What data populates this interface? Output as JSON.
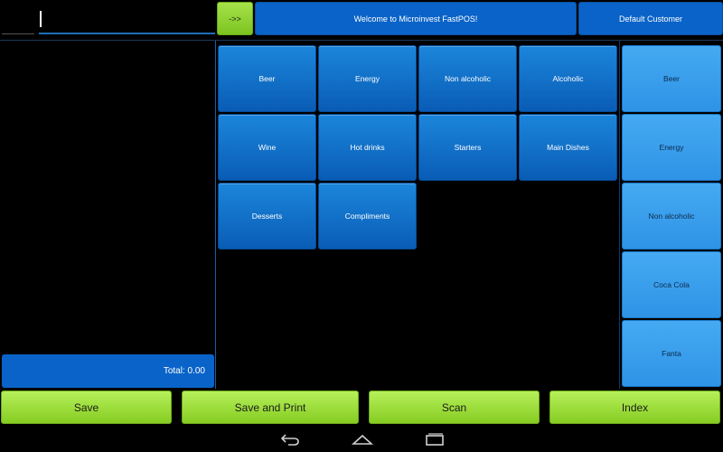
{
  "topbar": {
    "search_value": "",
    "go_label": "->>",
    "welcome": "Welcome to Microinvest FastPOS!",
    "customer": "Default Customer"
  },
  "categories": [
    {
      "label": "Beer"
    },
    {
      "label": "Energy"
    },
    {
      "label": "Non alcoholic"
    },
    {
      "label": "Alcoholic"
    },
    {
      "label": "Wine"
    },
    {
      "label": "Hot drinks"
    },
    {
      "label": "Starters"
    },
    {
      "label": "Main Dishes"
    },
    {
      "label": "Desserts"
    },
    {
      "label": "Compliments"
    }
  ],
  "items": [
    {
      "label": "Beer"
    },
    {
      "label": "Energy"
    },
    {
      "label": "Non alcoholic"
    },
    {
      "label": "Coca Cola"
    },
    {
      "label": "Fanta"
    }
  ],
  "order": {
    "total_label": "Total: 0.00"
  },
  "actions": {
    "save": "Save",
    "save_print": "Save and Print",
    "scan": "Scan",
    "index": "Index"
  },
  "navbar": {
    "icons": [
      "back-icon",
      "home-icon",
      "recents-icon"
    ]
  },
  "colors": {
    "accent_blue": "#0a63c8",
    "category_blue": "#1b86db",
    "item_blue": "#45aaf2",
    "action_green": "#9ee03e"
  }
}
